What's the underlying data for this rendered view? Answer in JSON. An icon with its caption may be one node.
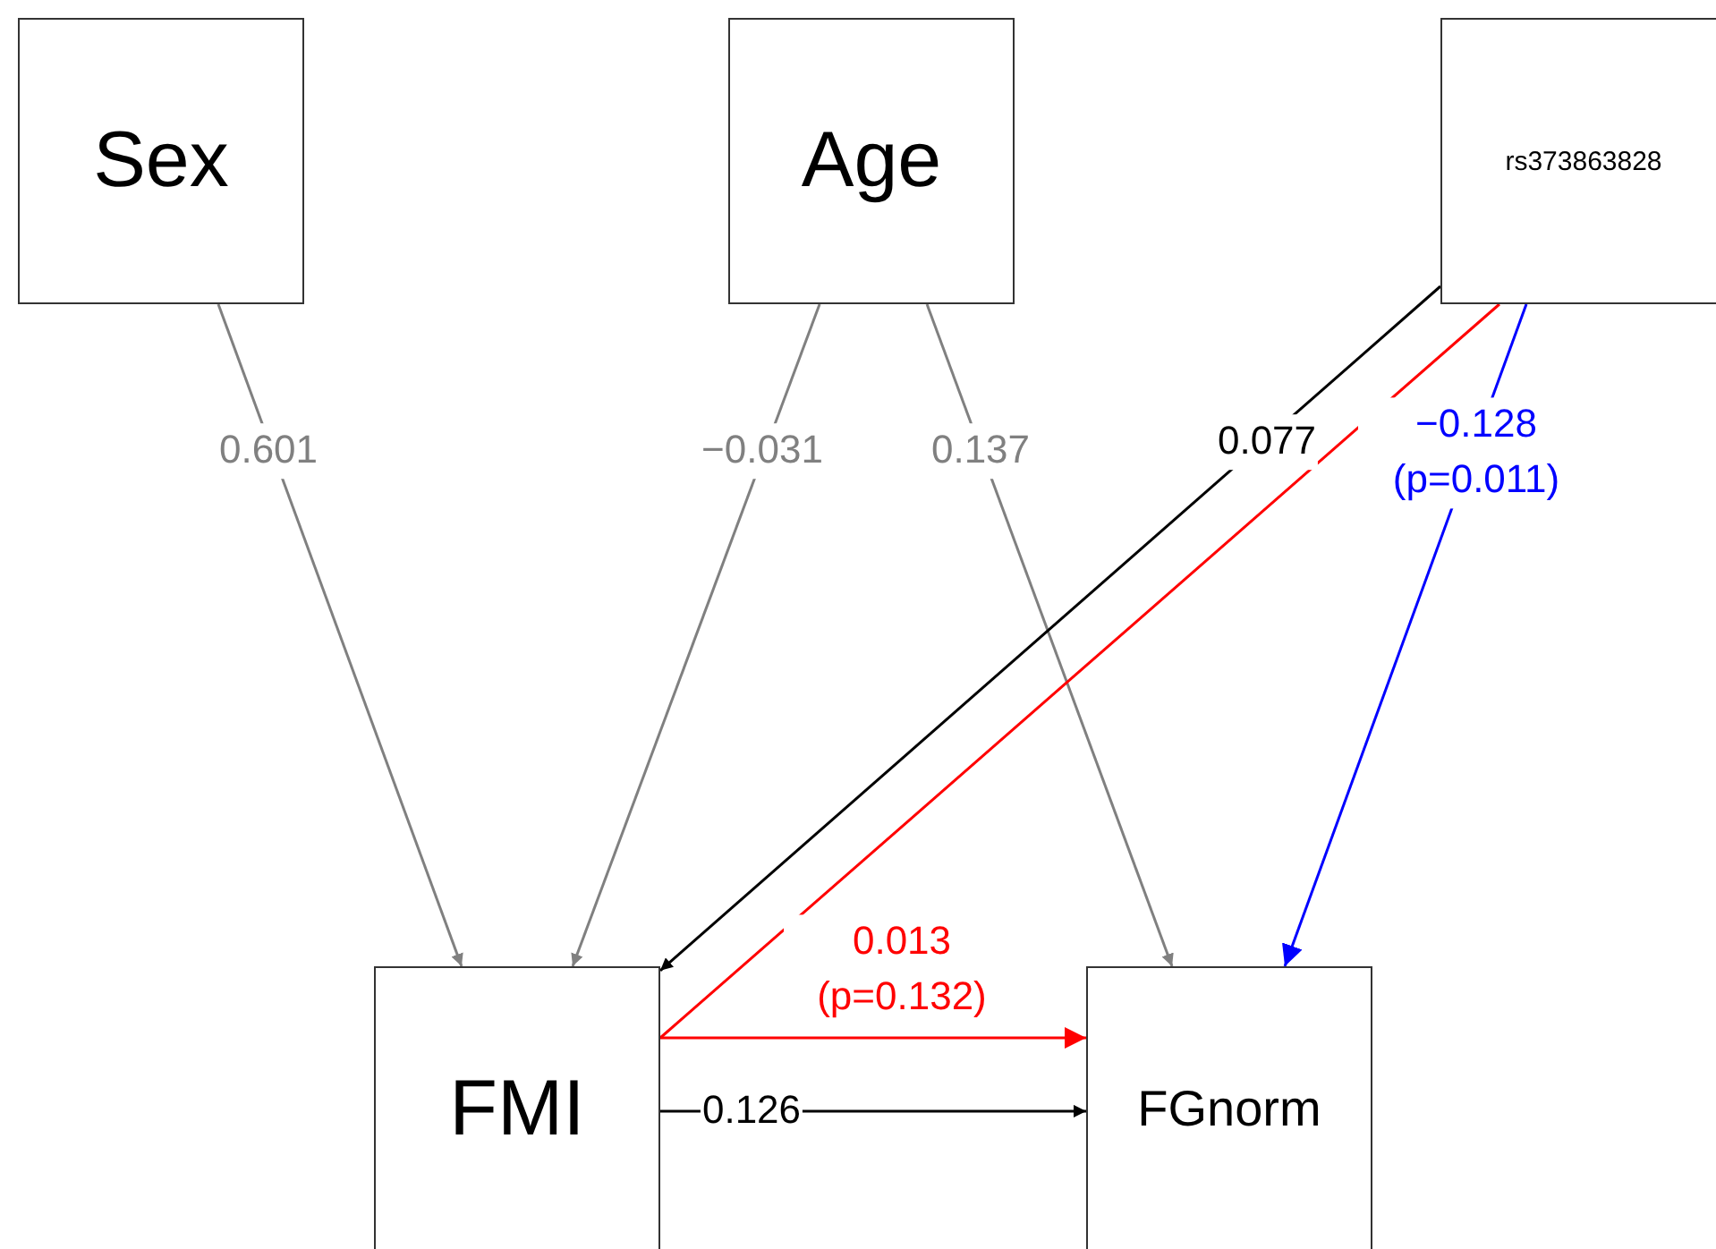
{
  "diagram": {
    "nodes": [
      {
        "text": [
          "Sex"
        ]
      },
      {
        "text": [
          "Age"
        ]
      },
      {
        "text": [
          "rs373863828"
        ]
      },
      {
        "text": [
          "FMI"
        ]
      },
      {
        "text": [
          "FGnorm"
        ]
      }
    ],
    "edges": [
      {
        "from": 0,
        "to": 3,
        "arrow": "to",
        "label": "0.601"
      },
      {
        "from": 1,
        "to": 3,
        "arrow": "to",
        "label": "−0.031"
      },
      {
        "from": 1,
        "to": 4,
        "arrow": "to",
        "label": "0.137"
      },
      {
        "from": 2,
        "to": 3,
        "arrow": "to",
        "label": "0.077",
        "color": "#000000"
      },
      {
        "from": 2,
        "to": 3,
        "arrow": "none",
        "color": "#ff0000"
      },
      {
        "from": 2,
        "to": 4,
        "arrow": "to",
        "label": "−0.128 (p=0.011)",
        "color": "#0000ff"
      },
      {
        "from": 3,
        "to": 4,
        "arrow": "to",
        "label": "0.013 (p=0.132)",
        "color": "#ff0000"
      },
      {
        "from": 3,
        "to": 4,
        "arrow": "to",
        "label": "0.126",
        "color": "#000000"
      }
    ]
  }
}
